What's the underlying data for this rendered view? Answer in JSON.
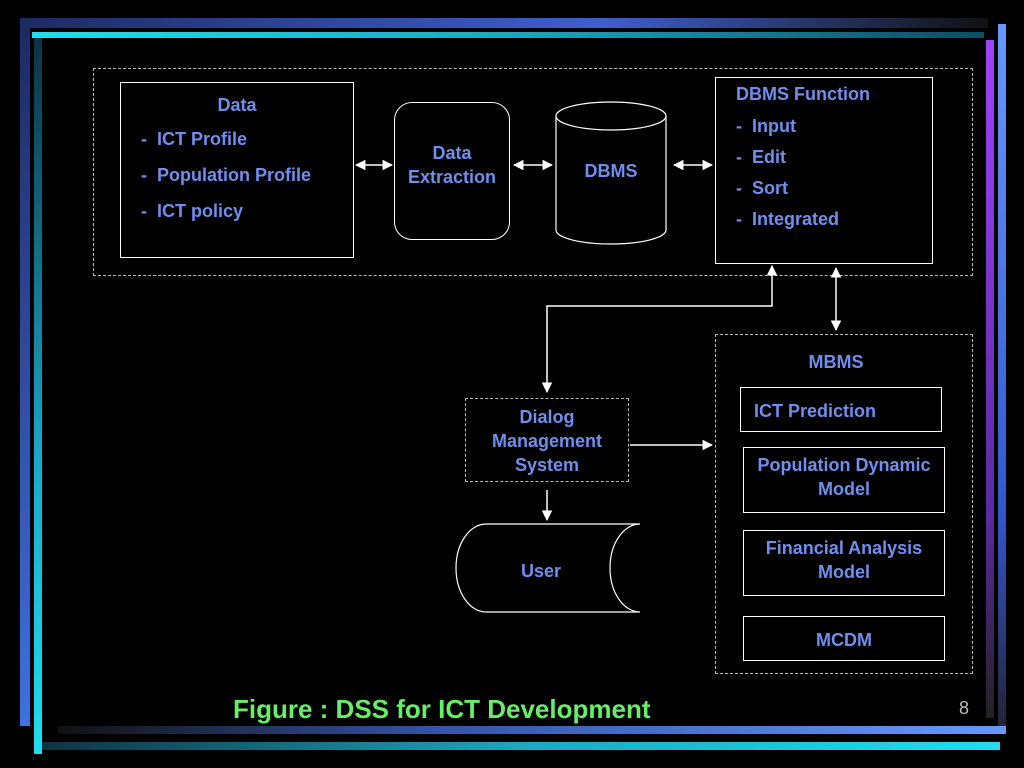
{
  "data_box": {
    "title": "Data",
    "items": [
      "ICT Profile",
      "Population Profile",
      "ICT policy"
    ]
  },
  "extraction": {
    "line1": "Data",
    "line2": "Extraction"
  },
  "dbms": {
    "label": "DBMS"
  },
  "dbms_function": {
    "title": "DBMS Function",
    "items": [
      "Input",
      "Edit",
      "Sort",
      "Integrated"
    ]
  },
  "dialog": {
    "line1": "Dialog",
    "line2": "Management",
    "line3": "System"
  },
  "user": {
    "label": "User"
  },
  "mbms": {
    "title": "MBMS",
    "ict_prediction": "ICT Prediction",
    "population_line1": "Population Dynamic",
    "population_line2": "Model",
    "financial_line1": "Financial Analysis",
    "financial_line2": "Model",
    "mcdm": "MCDM"
  },
  "caption": "Figure : DSS for ICT Development",
  "page_number": "8",
  "colors": {
    "label_blue": "#6f8ff0",
    "caption_green": "#66ee66",
    "frame_cyan": "#22ddee",
    "frame_blue": "#5577ff",
    "frame_purple": "#8844ee"
  }
}
